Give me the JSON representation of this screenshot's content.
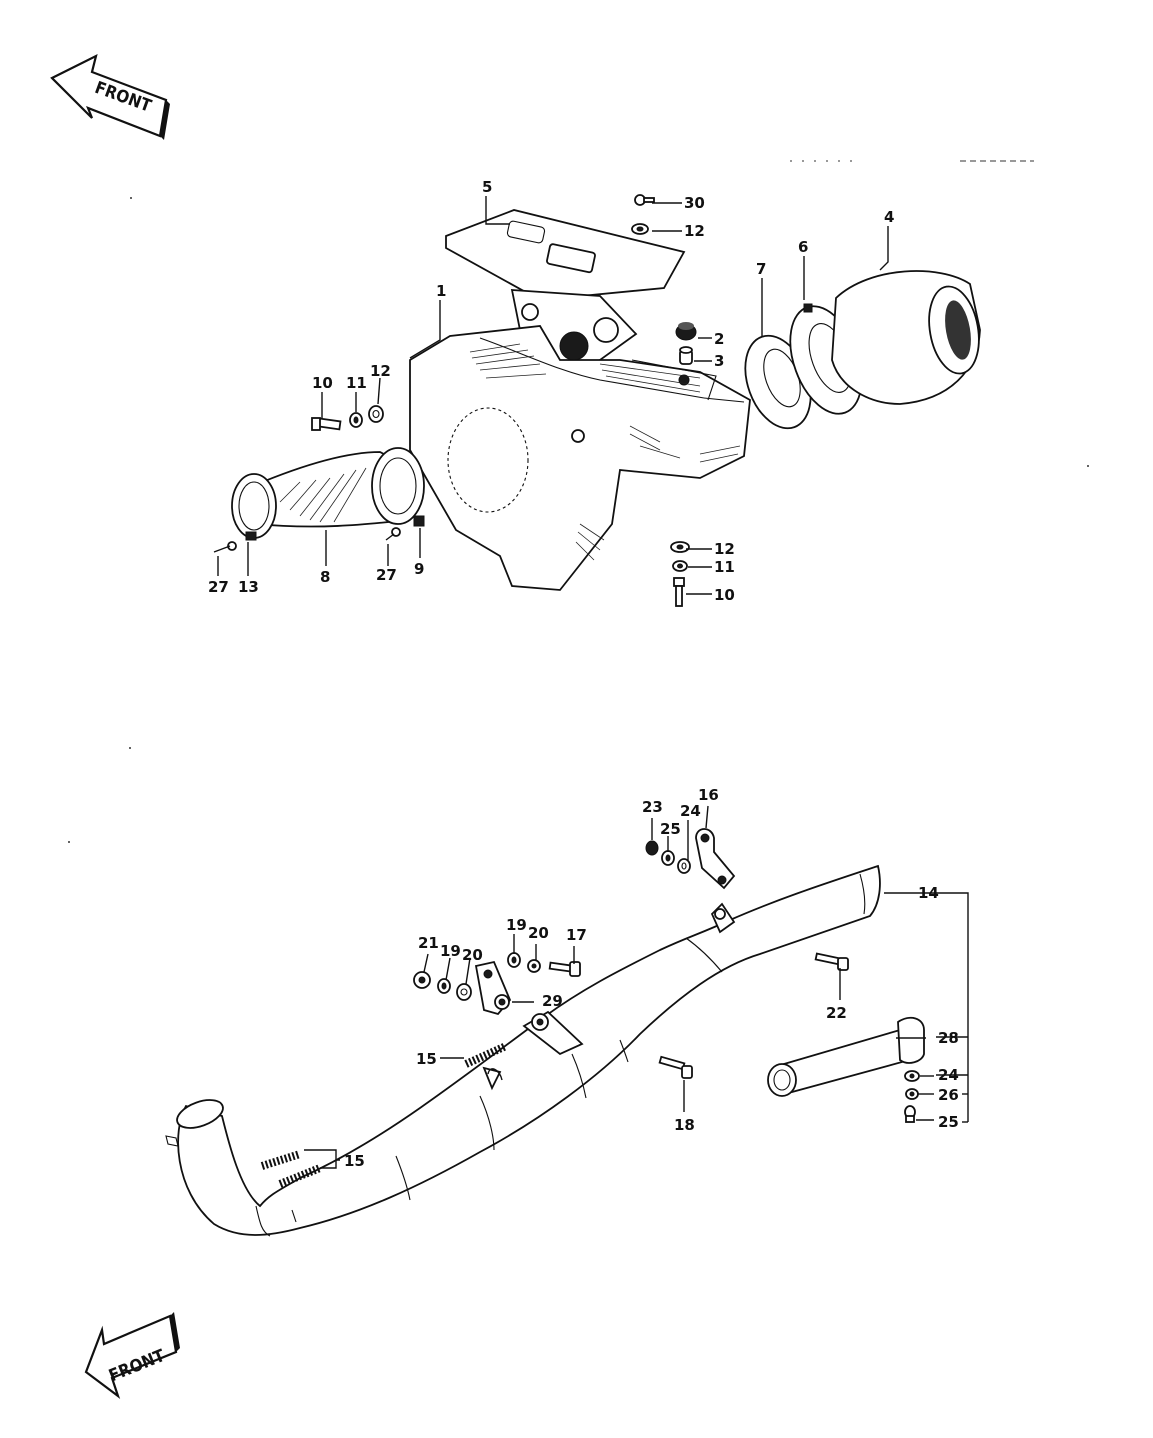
{
  "front_labels": [
    "FRONT",
    "FRONT"
  ],
  "upper": {
    "callouts": {
      "c1": "1",
      "c2": "2",
      "c3": "3",
      "c4": "4",
      "c5": "5",
      "c6": "6",
      "c7": "7",
      "c8": "8",
      "c9": "9",
      "c10a": "10",
      "c10b": "10",
      "c11a": "11",
      "c11b": "11",
      "c12a": "12",
      "c12b": "12",
      "c12c": "12",
      "c13": "13",
      "c27a": "27",
      "c27b": "27",
      "c30": "30"
    }
  },
  "lower": {
    "callouts": {
      "c14": "14",
      "c15a": "15",
      "c15b": "15",
      "c16": "16",
      "c17": "17",
      "c18": "18",
      "c19a": "19",
      "c19b": "19",
      "c20a": "20",
      "c20b": "20",
      "c21": "21",
      "c22": "22",
      "c23": "23",
      "c24a": "24",
      "c24b": "24",
      "c25a": "25",
      "c25b": "25",
      "c26": "26",
      "c28": "28",
      "c29": "29"
    }
  }
}
